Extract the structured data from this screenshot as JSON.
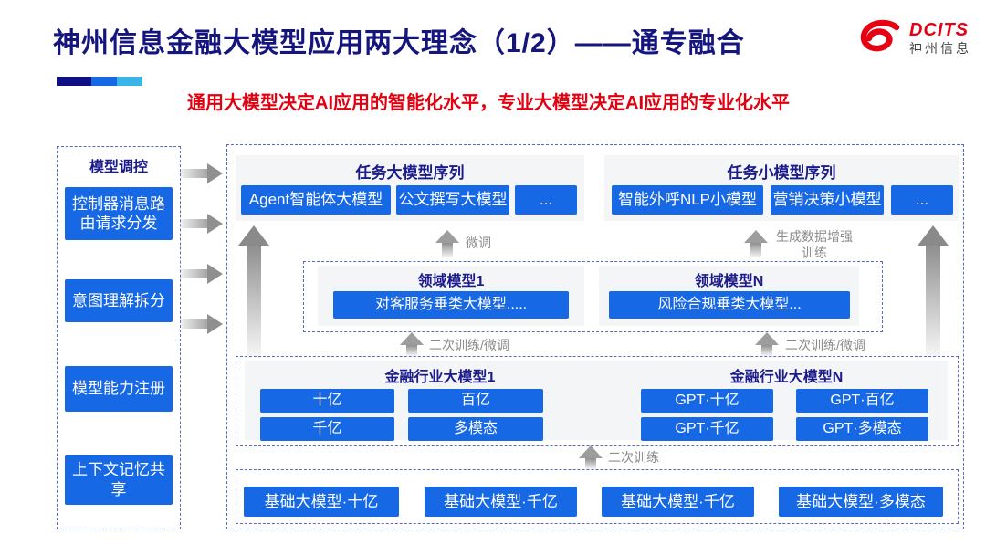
{
  "header": {
    "title": "神州信息金融大模型应用两大理念（1/2）——通专融合",
    "subtitle": "通用大模型决定AI应用的智能化水平，专业大模型决定AI应用的专业化水平",
    "logo": {
      "brand": "DCITS",
      "brand_cn": "神州信息"
    }
  },
  "colors": {
    "primary_blue": "#1668e4",
    "navy": "#1b1b8c",
    "accent_red": "#e60012",
    "panel_gray": "#f4f5f6"
  },
  "sidebar": {
    "title": "模型调控",
    "items": [
      {
        "label": "控制器消息路由请求分发"
      },
      {
        "label": "意图理解拆分"
      },
      {
        "label": "模型能力注册"
      },
      {
        "label": "上下文记忆共享"
      }
    ]
  },
  "diagram": {
    "task_large": {
      "title": "任务大模型序列",
      "items": [
        "Agent智能体大模型",
        "公文撰写大模型",
        "..."
      ]
    },
    "task_small": {
      "title": "任务小模型序列",
      "items": [
        "智能外呼NLP小模型",
        "营销决策小模型",
        "..."
      ]
    },
    "domain": {
      "left": {
        "title": "领域模型1",
        "item": "对客服务垂类大模型....."
      },
      "right": {
        "title": "领域模型N",
        "item": "风险合规垂类大模型..."
      }
    },
    "industry": {
      "left": {
        "title": "金融行业大模型1",
        "items": [
          "十亿",
          "百亿",
          "千亿",
          "多模态"
        ]
      },
      "right": {
        "title": "金融行业大模型N",
        "items": [
          "GPT·十亿",
          "GPT·百亿",
          "GPT·千亿",
          "GPT·多模态"
        ]
      }
    },
    "base": {
      "items": [
        "基础大模型·十亿",
        "基础大模型·千亿",
        "基础大模型·千亿",
        "基础大模型·多模态"
      ]
    },
    "labels": {
      "fine_tune": "微调",
      "gen_data_train": "生成数据增强训练",
      "retrain_ft_left": "二次训练/微调",
      "retrain_ft_right": "二次训练/微调",
      "retrain": "二次训练"
    }
  }
}
